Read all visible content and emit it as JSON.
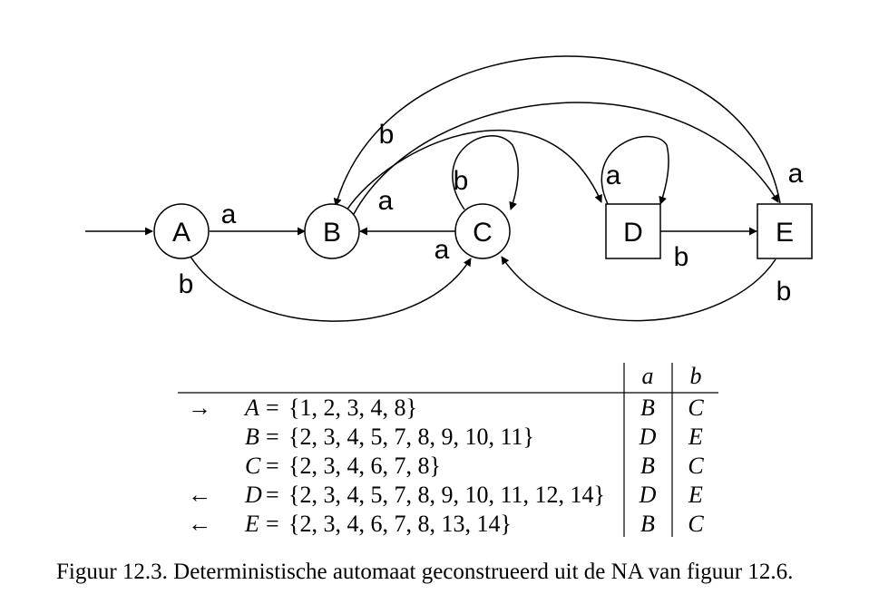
{
  "diagram": {
    "states": [
      {
        "id": "A",
        "label": "A",
        "shape": "circle"
      },
      {
        "id": "B",
        "label": "B",
        "shape": "circle"
      },
      {
        "id": "C",
        "label": "C",
        "shape": "circle"
      },
      {
        "id": "D",
        "label": "D",
        "shape": "square"
      },
      {
        "id": "E",
        "label": "E",
        "shape": "square"
      }
    ],
    "transitions": [
      {
        "from": "A",
        "to": "B",
        "label": "a"
      },
      {
        "from": "A",
        "to": "C",
        "label": "b"
      },
      {
        "from": "B",
        "to": "D",
        "label": "a"
      },
      {
        "from": "B",
        "to": "E",
        "label": "b"
      },
      {
        "from": "C",
        "to": "C",
        "label": "b"
      },
      {
        "from": "C",
        "to": "B",
        "label": "a"
      },
      {
        "from": "D",
        "to": "D",
        "label": "a"
      },
      {
        "from": "D",
        "to": "E",
        "label": "b"
      },
      {
        "from": "E",
        "to": "B",
        "label": "a"
      },
      {
        "from": "E",
        "to": "C",
        "label": "b"
      }
    ]
  },
  "table": {
    "headers": [
      "a",
      "b"
    ],
    "rows": [
      {
        "marker": "→",
        "lhs": "A",
        "set": "{1, 2, 3, 4, 8}",
        "a": "B",
        "b": "C"
      },
      {
        "marker": "",
        "lhs": "B",
        "set": "{2, 3, 4, 5, 7, 8, 9, 10, 11}",
        "a": "D",
        "b": "E"
      },
      {
        "marker": "",
        "lhs": "C",
        "set": "{2, 3, 4, 6, 7, 8}",
        "a": "B",
        "b": "C"
      },
      {
        "marker": "←",
        "lhs": "D",
        "set": "{2, 3, 4, 5, 7, 8, 9, 10, 11, 12, 14}",
        "a": "D",
        "b": "E"
      },
      {
        "marker": "←",
        "lhs": "E",
        "set": "{2, 3, 4, 6, 7, 8, 13, 14}",
        "a": "B",
        "b": "C"
      }
    ]
  },
  "caption": "Figuur 12.3. Deterministische automaat geconstrueerd uit de NA van figuur 12.6."
}
